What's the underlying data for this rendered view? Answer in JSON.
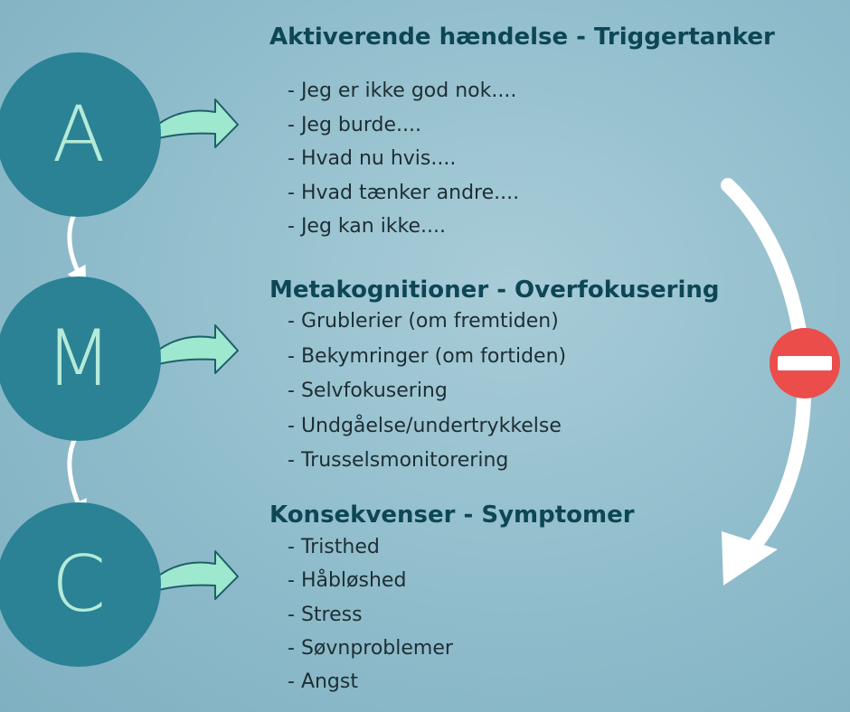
{
  "circles": {
    "a": "A",
    "m": "M",
    "c": "C"
  },
  "sections": {
    "trigger": {
      "heading": "Aktiverende hændelse - Triggertanker",
      "items": [
        "Jeg er ikke god nok....",
        "Jeg burde....",
        "Hvad nu hvis....",
        "Hvad tænker andre....",
        "Jeg kan ikke...."
      ]
    },
    "meta": {
      "heading": "Metakognitioner - Overfokusering",
      "items": [
        "Grublerier (om fremtiden)",
        "Bekymringer (om fortiden)",
        "Selvfokusering",
        "Undgåelse/undertrykkelse",
        "Trusselsmonitorering"
      ]
    },
    "cons": {
      "heading": "Konsekvenser - Symptomer",
      "items": [
        "Tristhed",
        "Håbløshed",
        "Stress",
        "Søvnproblemer",
        "Angst"
      ]
    }
  },
  "icons": {
    "pointer_arrows": "curved-arrow-right-icon",
    "flow_arrows": "arrow-down-icon",
    "stop_sign": "no-entry-icon"
  },
  "colors": {
    "background": "#8fbccb",
    "circle_fill": "#2a8294",
    "circle_letter": "#b5ead9",
    "heading_text": "#0d4654",
    "body_text": "#1d2e34",
    "pointer_arrow_fill": "#9ee8d0",
    "pointer_arrow_outline": "#1f5f6a",
    "stop_sign_red": "#eb4d4b",
    "flow_arrow": "#ffffff"
  }
}
